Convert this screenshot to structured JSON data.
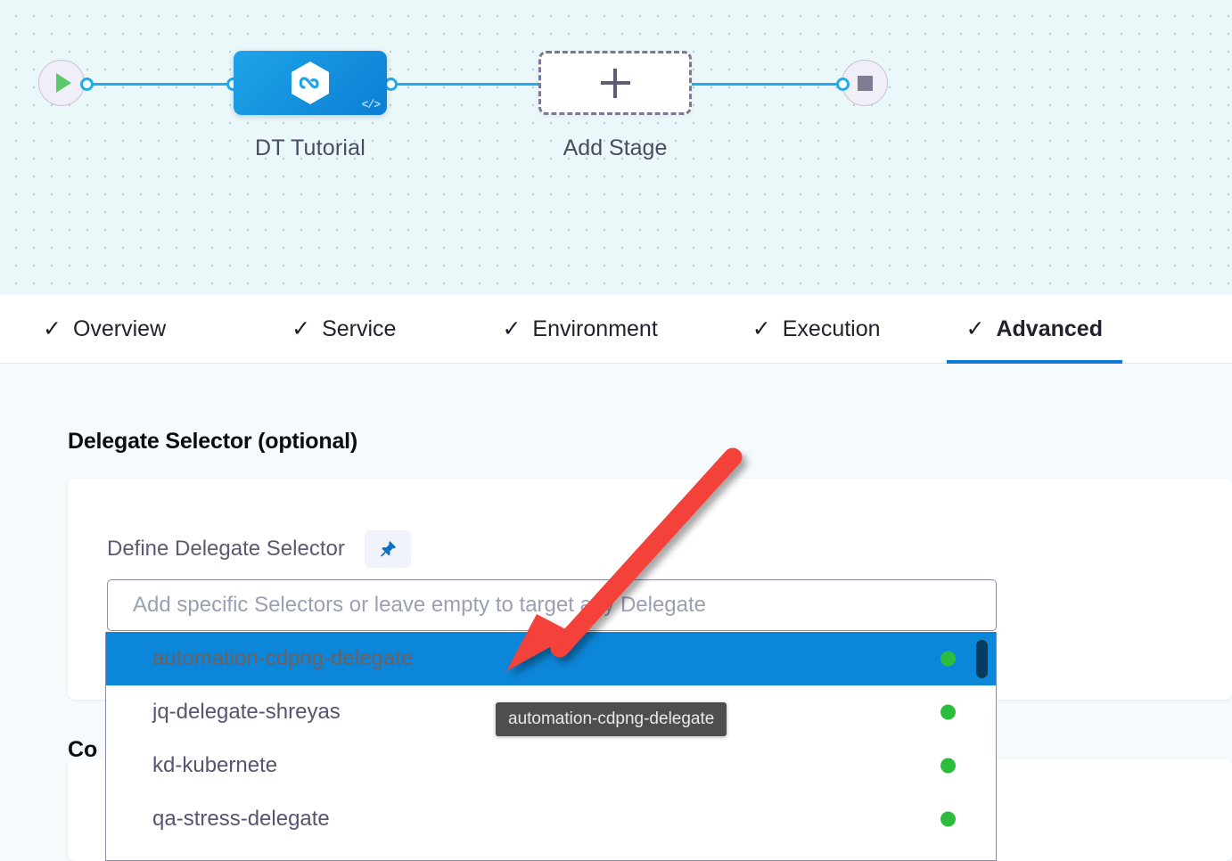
{
  "pipeline": {
    "start_node": {
      "icon": "play-icon"
    },
    "end_node": {
      "icon": "stop-icon"
    },
    "stage": {
      "label": "DT Tutorial",
      "icon": "infinity-hexagon-icon",
      "badge_icon": "code-badge-icon"
    },
    "add_stage": {
      "label": "Add Stage",
      "icon": "plus-icon"
    }
  },
  "tabs": [
    {
      "label": "Overview",
      "tick": "✓",
      "active": false
    },
    {
      "label": "Service",
      "tick": "✓",
      "active": false
    },
    {
      "label": "Environment",
      "tick": "✓",
      "active": false
    },
    {
      "label": "Execution",
      "tick": "✓",
      "active": false
    },
    {
      "label": "Advanced",
      "tick": "✓",
      "active": true
    }
  ],
  "advanced": {
    "section_title": "Delegate Selector (optional)",
    "field_label": "Define Delegate Selector",
    "pin_icon": "pushpin-icon",
    "selector_input": {
      "value": "",
      "placeholder": "Add specific Selectors or leave empty to target any Delegate"
    },
    "options": [
      {
        "label": "automation-cdpng-delegate",
        "status": "connected",
        "selected": true
      },
      {
        "label": "jq-delegate-shreyas",
        "status": "connected",
        "selected": false
      },
      {
        "label": "kd-kubernete",
        "status": "connected",
        "selected": false
      },
      {
        "label": "qa-stress-delegate",
        "status": "connected",
        "selected": false
      }
    ],
    "tooltip": "automation-cdpng-delegate",
    "second_section_title": "Co"
  },
  "annotation": {
    "arrow": "red-arrow-pointing-to-first-option"
  },
  "colors": {
    "accent_blue": "#0c7bd4",
    "stage_blue": "#1fa4e8",
    "selected_row": "#0c86d8",
    "status_green": "#2cbd3c",
    "annotation_red": "#f4433b",
    "canvas_bg": "#eaf8fa",
    "content_bg": "#f5fafc",
    "tooltip_bg": "#4e4e4e",
    "scrollbar_thumb": "#0a3a5c"
  }
}
